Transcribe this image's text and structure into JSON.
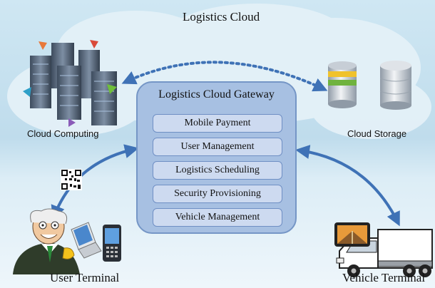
{
  "title": "Logistics Cloud",
  "cloud_computing": "Cloud Computing",
  "cloud_storage": "Cloud Storage",
  "gateway": {
    "title": "Logistics Cloud Gateway",
    "modules": [
      "Mobile Payment",
      "User Management",
      "Logistics Scheduling",
      "Security Provisioning",
      "Vehicle Management"
    ]
  },
  "user_terminal": "User Terminal",
  "vehicle_terminal": "Vehicle Terminal",
  "colors": {
    "gateway_fill": "#a7c0e2",
    "gateway_border": "#7596c6",
    "module_fill": "#cddaf0",
    "arrow": "#3f72b6",
    "cloud": "#e4f1f8"
  }
}
